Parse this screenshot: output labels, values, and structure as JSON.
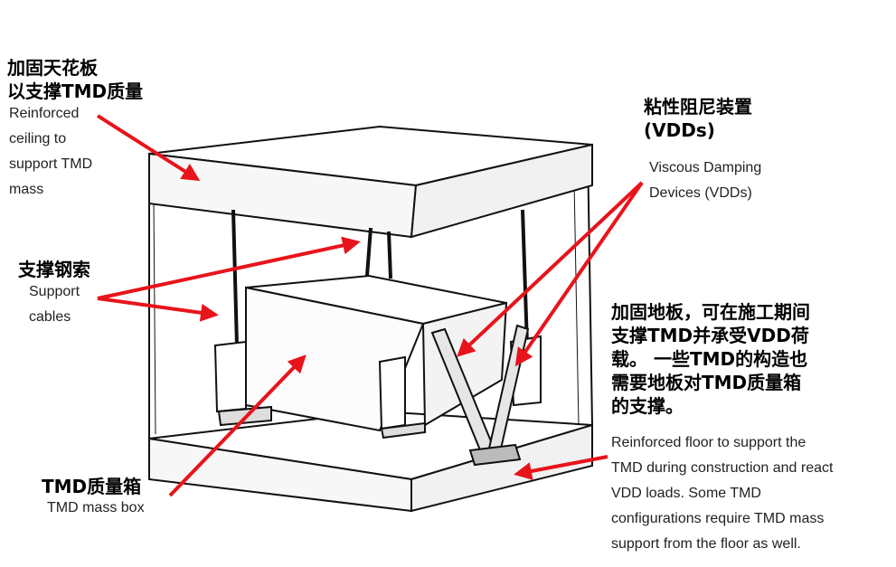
{
  "labels": {
    "ceiling": {
      "zh": "加固天花板\n以支撑TMD质量",
      "en": "Reinforced\nceiling to\nsupport TMD\nmass"
    },
    "cables": {
      "zh": "支撑钢索",
      "en": "Support\ncables"
    },
    "mass_box": {
      "zh": "TMD质量箱",
      "en": "TMD mass box"
    },
    "vdd": {
      "zh": "粘性阻尼装置\n(VDDs)",
      "en": "Viscous Damping\nDevices (VDDs)"
    },
    "floor": {
      "zh": "加固地板，可在施工期间\n支撑TMD并承受VDD荷\n载。 一些TMD的构造也\n需要地板对TMD质量箱\n的支撑。",
      "en": "Reinforced floor to support the\nTMD during construction and react\nVDD loads.  Some TMD\nconfigurations require TMD mass\nsupport from the floor as well."
    }
  },
  "colors": {
    "arrow": "#e8141b",
    "line": "#111111"
  }
}
